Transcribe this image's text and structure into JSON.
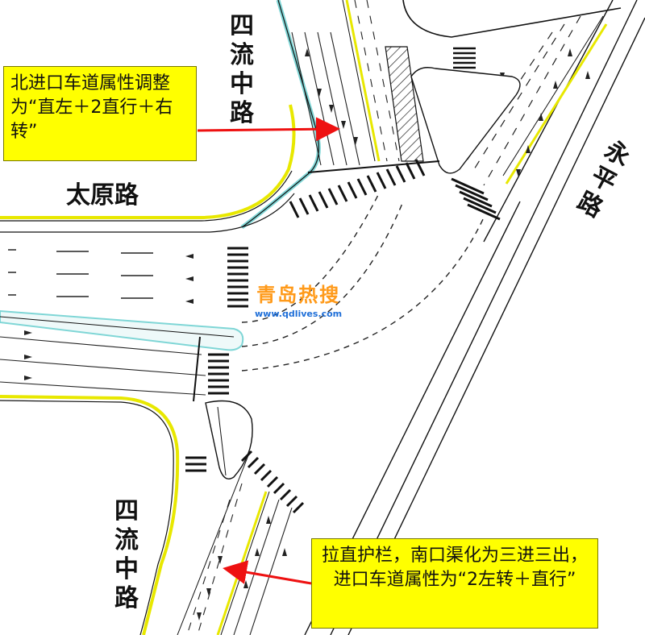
{
  "roads": {
    "sili_north": "四流中路",
    "sili_south": "四流中路",
    "taiyuan": "太原路",
    "yongping": "永平路"
  },
  "callouts": {
    "north": "北进口车道属性调整为“直左＋2直行＋右转”",
    "south": "拉直护栏，南口渠化为三进三出，进口车道属性为“2左转＋直行”"
  },
  "watermark": {
    "title": "青岛热搜",
    "url": "www.qdlives.com"
  },
  "colors": {
    "curb": "#111111",
    "edge_yellow": "#e8e800",
    "median_cyan": "#7fd6d6",
    "arrow_red": "#ee1111",
    "callout_bg": "#ffff00",
    "watermark_orange": "#ff9a1a",
    "watermark_blue": "#1f6fd8"
  }
}
